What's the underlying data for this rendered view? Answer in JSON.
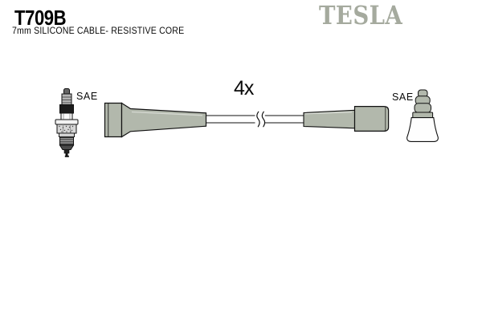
{
  "header": {
    "part_number": "T709B",
    "description": "7mm SILICONE CABLE- RESISTIVE CORE",
    "brand_logo": "TESLA"
  },
  "diagram": {
    "quantity_label": "4x",
    "left_terminal_label": "SAE",
    "right_terminal_label": "SAE",
    "colors": {
      "component_fill": "#b2b8ac",
      "outline": "#111111",
      "brand_logo_color": "#a5aa9e"
    }
  }
}
